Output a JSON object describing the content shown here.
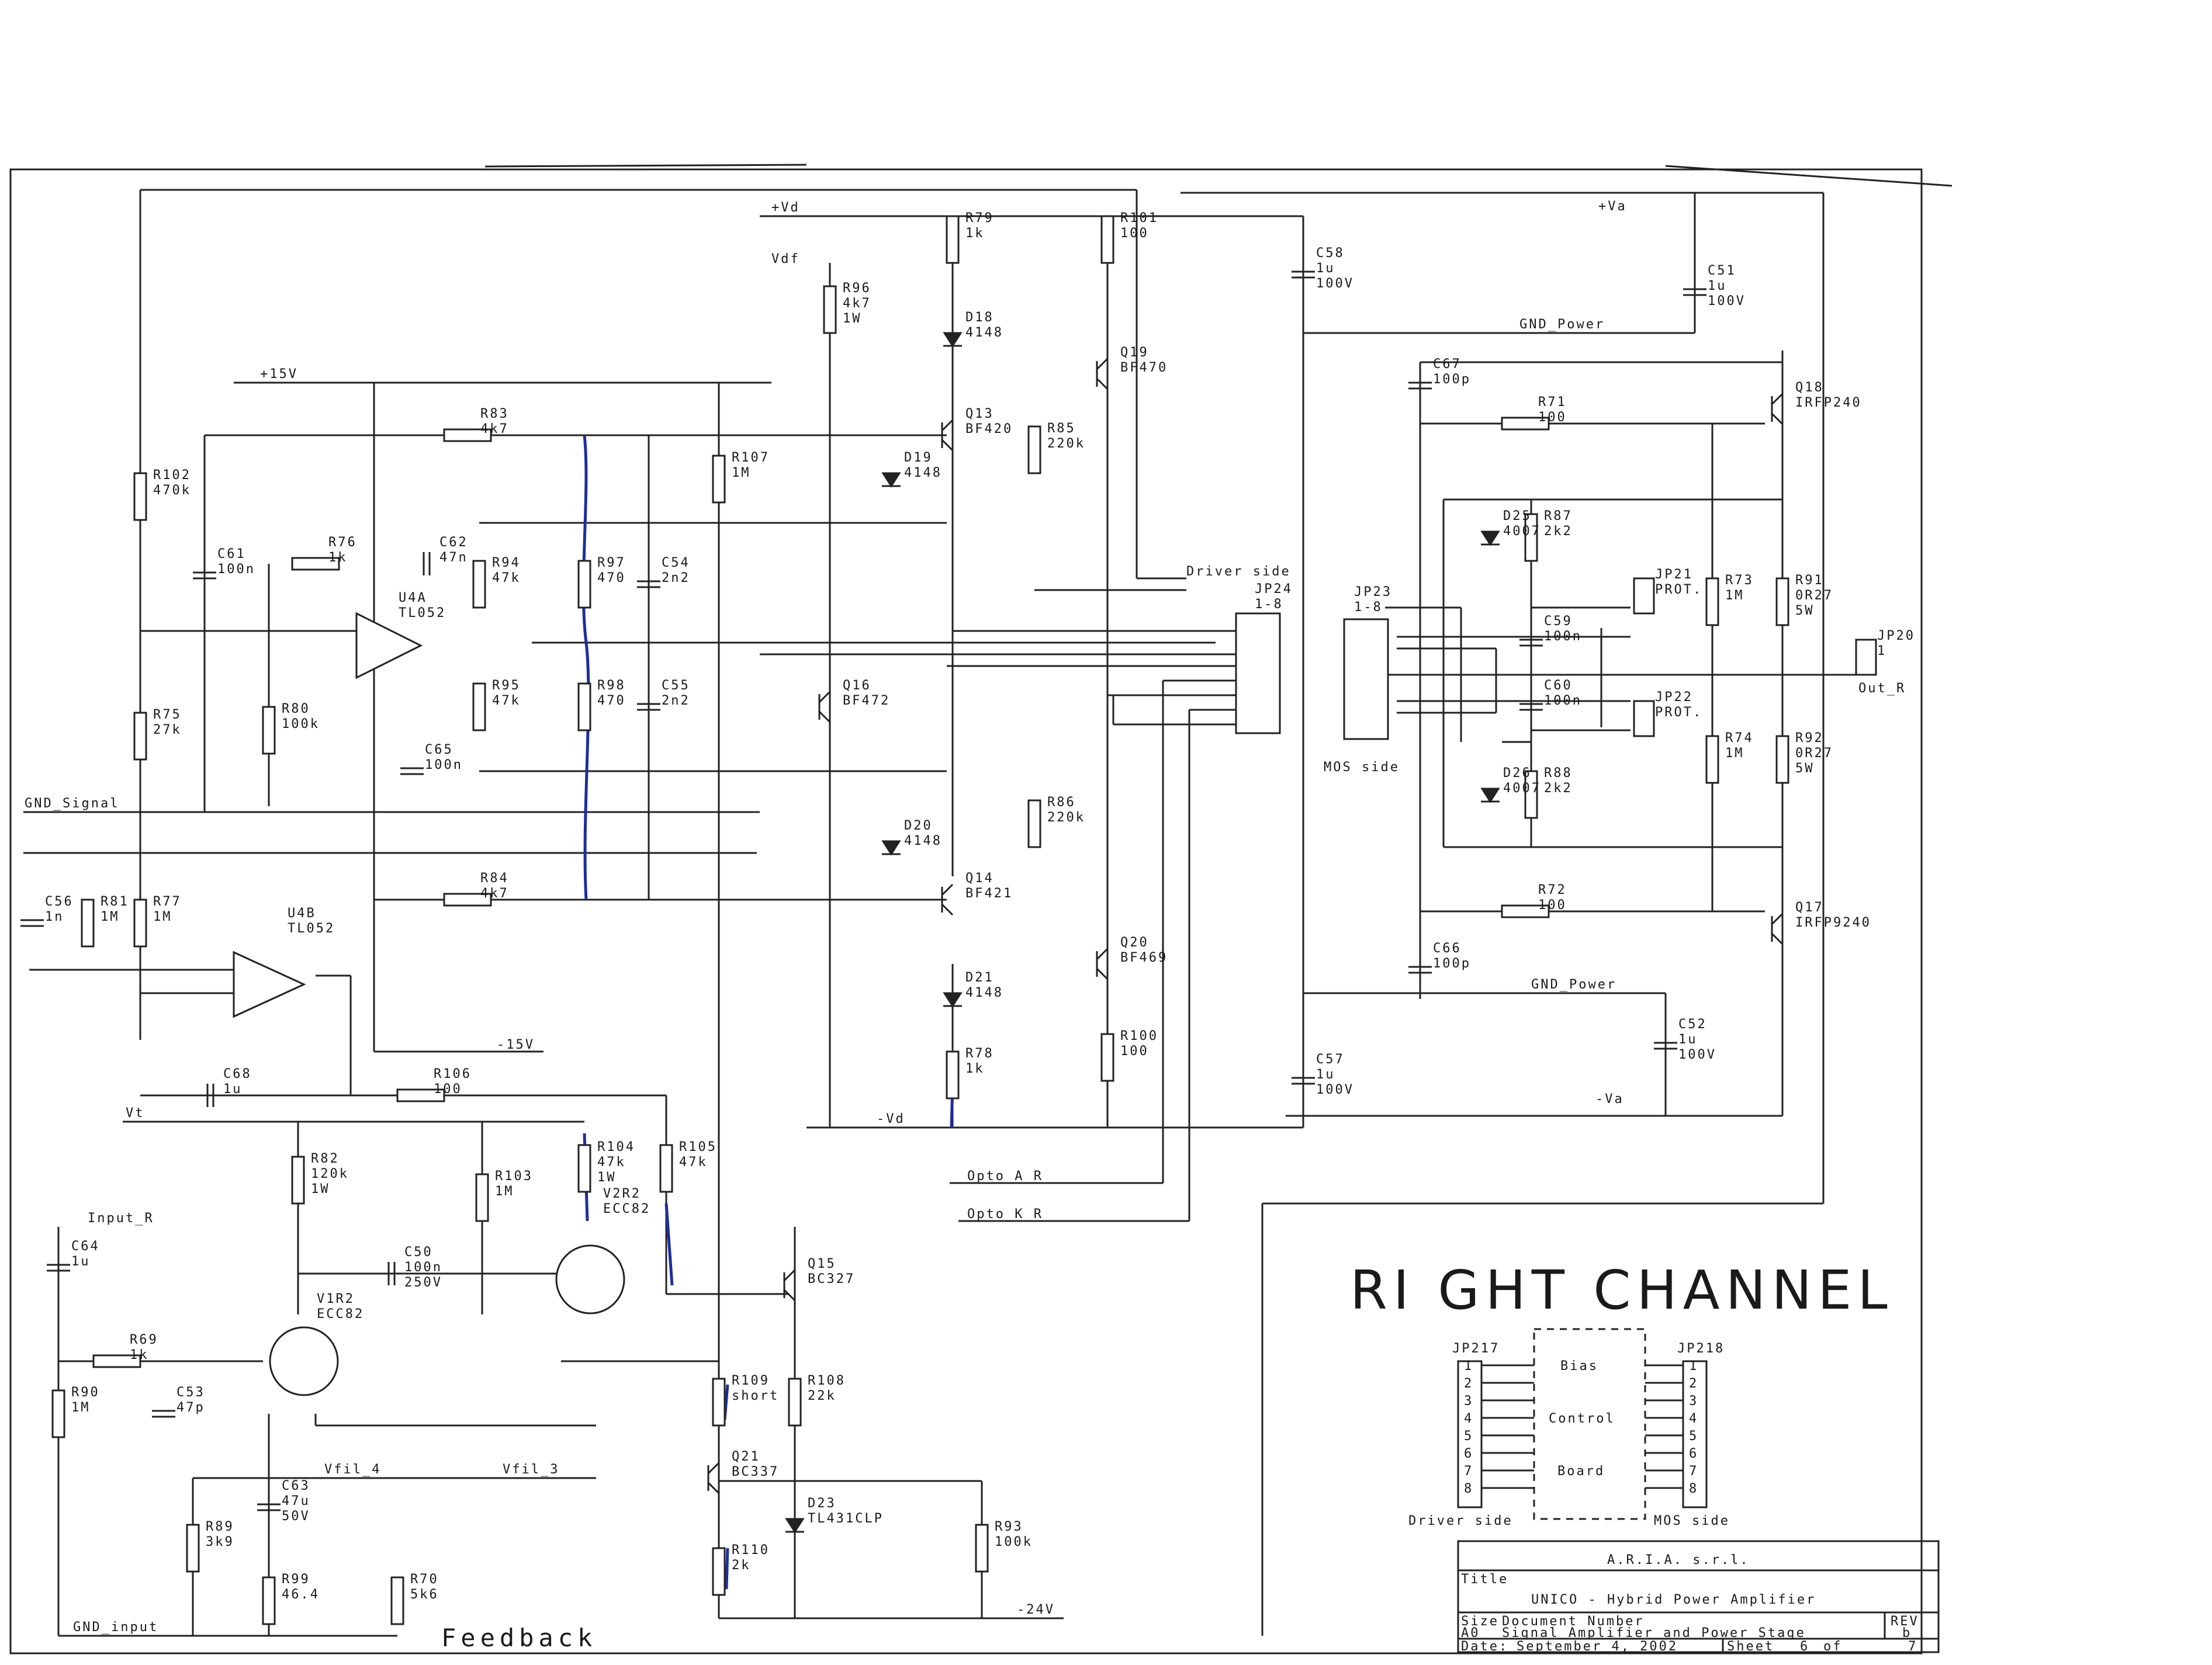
{
  "title": {
    "heading": "RI GHT CHANNEL",
    "feedback": "Feedback",
    "block": {
      "company": "A.R.I.A. s.r.l.",
      "title_label": "Title",
      "title_value": "UNICO - Hybrid Power Amplifier",
      "size_label": "Size",
      "size_value": "A0",
      "docnum_label": "Document Number",
      "docnum_value": "Signal Amplifier and Power Stage",
      "rev_label": "REV",
      "rev_value": "b",
      "date_label": "Date:",
      "date_value": "September 4, 2002",
      "sheet_label": "Sheet",
      "sheet_value": "6",
      "of_label": "of",
      "of_value": "7"
    }
  },
  "bias_board": {
    "lines": [
      "Bias",
      "Control",
      "Board"
    ],
    "left_connector": "JP217",
    "right_connector": "JP218",
    "left_caption": "Driver side",
    "right_caption": "MOS side",
    "pins": [
      "1",
      "2",
      "3",
      "4",
      "5",
      "6",
      "7",
      "8"
    ]
  },
  "nets": {
    "vd_pos": "+Vd",
    "vdf": "Vdf",
    "v15_pos": "+15V",
    "v15_neg": "-15V",
    "vd_neg": "-Vd",
    "vt": "Vt",
    "va_pos": "+Va",
    "va_neg": "-Va",
    "gnd_power_top": "GND_Power",
    "gnd_power_bot": "GND_Power",
    "gnd_signal": "GND_Signal",
    "gnd_input": "GND_input",
    "input_r": "Input_R",
    "vfil4": "Vfil_4",
    "vfil3": "Vfil_3",
    "v24_neg": "-24V",
    "opto_a": "Opto_A_R",
    "opto_k": "Opto_K_R",
    "driver_side": "Driver side",
    "mos_side": "MOS side",
    "out_r": "Out_R"
  },
  "components": [
    {
      "id": "R79",
      "value": "1k"
    },
    {
      "id": "R101",
      "value": "100"
    },
    {
      "id": "R96",
      "value": "4k7 1W"
    },
    {
      "id": "D18",
      "value": "4148"
    },
    {
      "id": "Q19",
      "value": "BF470"
    },
    {
      "id": "Q13",
      "value": "BF420"
    },
    {
      "id": "D19",
      "value": "4148"
    },
    {
      "id": "R85",
      "value": "220k"
    },
    {
      "id": "R83",
      "value": "4k7"
    },
    {
      "id": "R107",
      "value": "1M"
    },
    {
      "id": "R102",
      "value": "470k"
    },
    {
      "id": "C61",
      "value": "100n"
    },
    {
      "id": "R76",
      "value": "1k"
    },
    {
      "id": "C62",
      "value": "47n"
    },
    {
      "id": "U4A",
      "value": "TL052"
    },
    {
      "id": "R94",
      "value": "47k"
    },
    {
      "id": "R97",
      "value": "470"
    },
    {
      "id": "C54",
      "value": "2n2"
    },
    {
      "id": "R95",
      "value": "47k"
    },
    {
      "id": "R98",
      "value": "470"
    },
    {
      "id": "C55",
      "value": "2n2"
    },
    {
      "id": "R80",
      "value": "100k"
    },
    {
      "id": "C65",
      "value": "100n"
    },
    {
      "id": "R75",
      "value": "27k"
    },
    {
      "id": "Q16",
      "value": "BF472"
    },
    {
      "id": "D20",
      "value": "4148"
    },
    {
      "id": "R86",
      "value": "220k"
    },
    {
      "id": "C56",
      "value": "1n"
    },
    {
      "id": "R81",
      "value": "1M"
    },
    {
      "id": "R77",
      "value": "1M"
    },
    {
      "id": "U4B",
      "value": "TL052"
    },
    {
      "id": "R84",
      "value": "4k7"
    },
    {
      "id": "Q14",
      "value": "BF421"
    },
    {
      "id": "D21",
      "value": "4148"
    },
    {
      "id": "Q20",
      "value": "BF469"
    },
    {
      "id": "R100",
      "value": "100"
    },
    {
      "id": "R78",
      "value": "1k"
    },
    {
      "id": "C68",
      "value": "1u"
    },
    {
      "id": "R106",
      "value": "100"
    },
    {
      "id": "R82",
      "value": "120k 1W"
    },
    {
      "id": "R103",
      "value": "1M"
    },
    {
      "id": "R104",
      "value": "47k 1W"
    },
    {
      "id": "R105",
      "value": "47k"
    },
    {
      "id": "C50",
      "value": "100n 250V"
    },
    {
      "id": "V2R2",
      "value": "ECC82"
    },
    {
      "id": "V1R2",
      "value": "ECC82"
    },
    {
      "id": "C64",
      "value": "1u"
    },
    {
      "id": "R69",
      "value": "1k"
    },
    {
      "id": "R90",
      "value": "1M"
    },
    {
      "id": "C53",
      "value": "47p"
    },
    {
      "id": "Q15",
      "value": "BC327"
    },
    {
      "id": "R109",
      "value": "short"
    },
    {
      "id": "R108",
      "value": "22k"
    },
    {
      "id": "Q21",
      "value": "BC337"
    },
    {
      "id": "D23",
      "value": "TL431CLP"
    },
    {
      "id": "R93",
      "value": "100k"
    },
    {
      "id": "R110",
      "value": "2k"
    },
    {
      "id": "C63",
      "value": "47u 50V"
    },
    {
      "id": "R89",
      "value": "3k9"
    },
    {
      "id": "R99",
      "value": "46.4"
    },
    {
      "id": "R70",
      "value": "5k6"
    },
    {
      "id": "C58",
      "value": "1u 100V"
    },
    {
      "id": "C57",
      "value": "1u 100V"
    },
    {
      "id": "C51",
      "value": "1u 100V"
    },
    {
      "id": "C52",
      "value": "1u 100V"
    },
    {
      "id": "C67",
      "value": "100p"
    },
    {
      "id": "C66",
      "value": "100p"
    },
    {
      "id": "R71",
      "value": "100"
    },
    {
      "id": "R72",
      "value": "100"
    },
    {
      "id": "Q18",
      "value": "IRFP240"
    },
    {
      "id": "Q17",
      "value": "IRFP9240"
    },
    {
      "id": "D25",
      "value": "4007"
    },
    {
      "id": "D26",
      "value": "4007"
    },
    {
      "id": "R87",
      "value": "2k2"
    },
    {
      "id": "R88",
      "value": "2k2"
    },
    {
      "id": "C59",
      "value": "100n"
    },
    {
      "id": "C60",
      "value": "100n"
    },
    {
      "id": "JP21",
      "value": "PROT."
    },
    {
      "id": "JP22",
      "value": "PROT."
    },
    {
      "id": "R73",
      "value": "1M"
    },
    {
      "id": "R74",
      "value": "1M"
    },
    {
      "id": "R91",
      "value": "0R27 5W"
    },
    {
      "id": "R92",
      "value": "0R27 5W"
    },
    {
      "id": "JP20",
      "value": "1"
    },
    {
      "id": "JP24",
      "value": "1-8"
    },
    {
      "id": "JP23",
      "value": "1-8"
    }
  ]
}
